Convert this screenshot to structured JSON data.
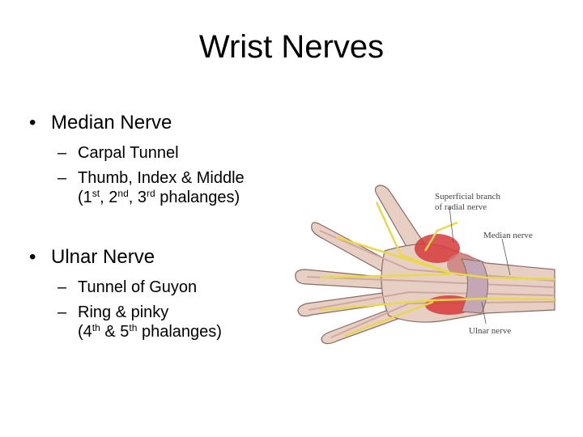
{
  "title": "Wrist Nerves",
  "sections": [
    {
      "heading": "Median Nerve",
      "items": [
        {
          "parts": [
            "Carpal Tunnel"
          ]
        },
        {
          "parts": [
            "Thumb, Index & Middle"
          ],
          "sub": [
            "(1",
            "st",
            ", 2",
            "nd",
            ", 3",
            "rd",
            " phalanges)"
          ]
        }
      ]
    },
    {
      "heading": "Ulnar Nerve",
      "items": [
        {
          "parts": [
            "Tunnel of Guyon"
          ]
        },
        {
          "parts": [
            "Ring & pinky"
          ],
          "sub": [
            "(4",
            "th",
            " & 5",
            "th",
            " phalanges)"
          ]
        }
      ]
    }
  ],
  "illustration": {
    "labels": {
      "radial_line1": "Superficial branch",
      "radial_line2": "of radial nerve",
      "median": "Median nerve",
      "ulnar": "Ulnar nerve"
    },
    "colors": {
      "skin": "#e8cfc4",
      "tendon": "#d9b6ad",
      "muscle": "#d63a3a",
      "nerve": "#e8d84a",
      "outline": "#8a6a64"
    }
  }
}
